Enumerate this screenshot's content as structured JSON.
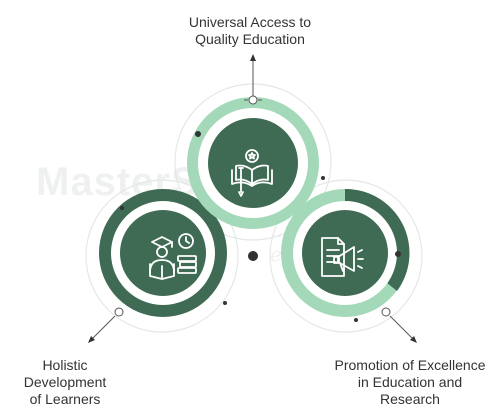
{
  "watermark": {
    "brand": "MasterSoft",
    "tagline": "...transform education..."
  },
  "nodes": [
    {
      "label_lines": [
        "Universal Access to",
        "Quality Education"
      ],
      "icon": "book-certificate-pen-icon"
    },
    {
      "label_lines": [
        "Holistic",
        "Development",
        "of Learners"
      ],
      "icon": "graduate-student-reading-icon"
    },
    {
      "label_lines": [
        "Promotion of Excellence",
        "in Education and",
        "Research"
      ],
      "icon": "document-megaphone-icon"
    }
  ],
  "colors": {
    "dark_green": "#3f6b55",
    "light_green": "#a3d9b8",
    "pale_ring": "#e6ede9",
    "icon_stroke": "#ffffff",
    "text": "#333333",
    "connector": "#555555"
  }
}
